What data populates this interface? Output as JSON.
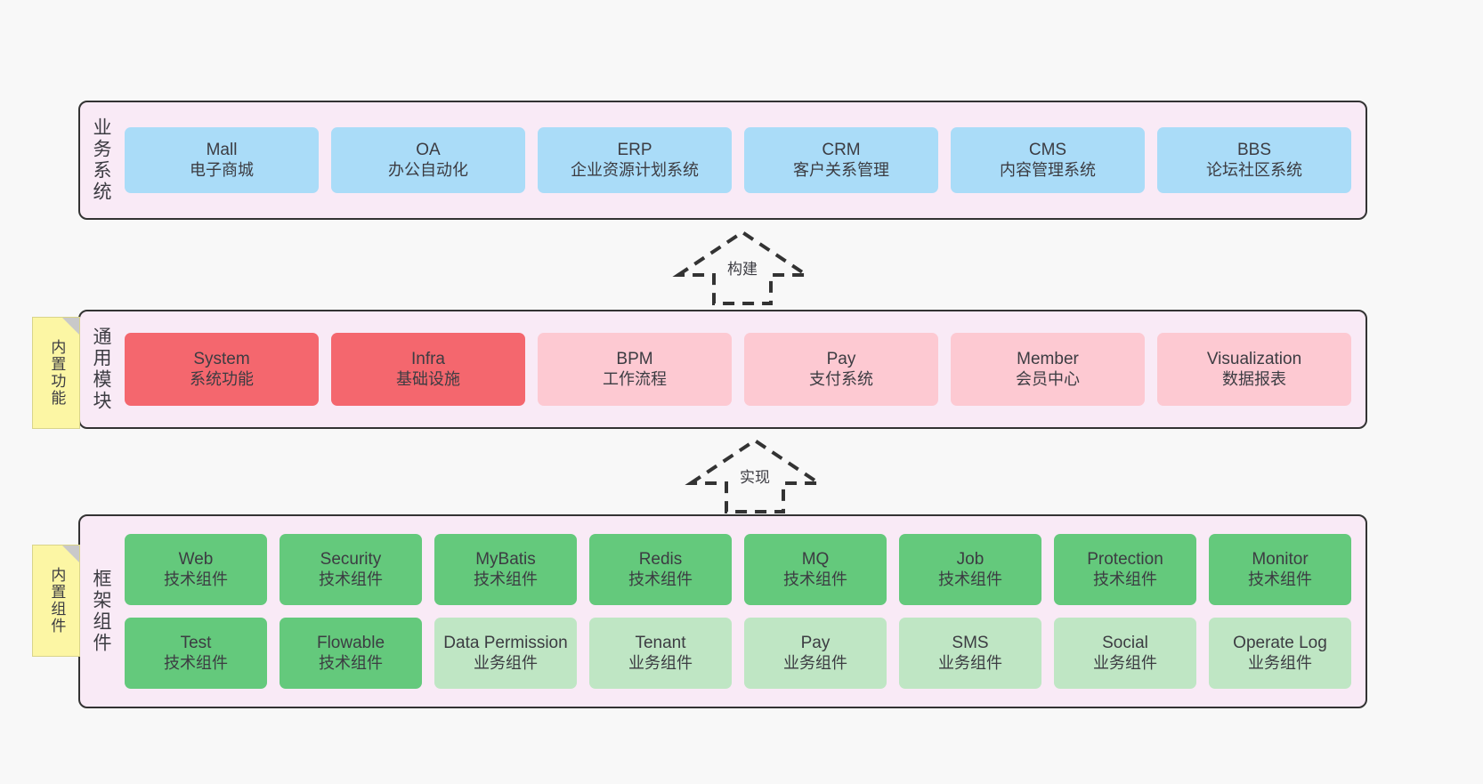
{
  "diagram": {
    "background": "#f8f8f8",
    "panel_bg": "#f9eaf6",
    "colors": {
      "blue": "#aadcf8",
      "red": "#f4676e",
      "pink": "#fdc9d2",
      "green": "#64c97c",
      "light_green": "#bfe6c4",
      "note_yellow": "#fcf6a4",
      "border": "#333333",
      "text": "#3c3c42"
    }
  },
  "layers": {
    "business": {
      "title": "业务系统",
      "cards": [
        {
          "en": "Mall",
          "cn": "电子商城",
          "color": "blue"
        },
        {
          "en": "OA",
          "cn": "办公自动化",
          "color": "blue"
        },
        {
          "en": "ERP",
          "cn": "企业资源计划系统",
          "color": "blue"
        },
        {
          "en": "CRM",
          "cn": "客户关系管理",
          "color": "blue"
        },
        {
          "en": "CMS",
          "cn": "内容管理系统",
          "color": "blue"
        },
        {
          "en": "BBS",
          "cn": "论坛社区系统",
          "color": "blue"
        }
      ]
    },
    "modules": {
      "title": "通用模块",
      "note": "内置功能",
      "cards": [
        {
          "en": "System",
          "cn": "系统功能",
          "color": "red"
        },
        {
          "en": "Infra",
          "cn": "基础设施",
          "color": "red"
        },
        {
          "en": "BPM",
          "cn": "工作流程",
          "color": "pink"
        },
        {
          "en": "Pay",
          "cn": "支付系统",
          "color": "pink"
        },
        {
          "en": "Member",
          "cn": "会员中心",
          "color": "pink"
        },
        {
          "en": "Visualization",
          "cn": "数据报表",
          "color": "pink"
        }
      ]
    },
    "framework": {
      "title": "框架组件",
      "note": "内置组件",
      "row1": [
        {
          "en": "Web",
          "cn": "技术组件",
          "color": "green"
        },
        {
          "en": "Security",
          "cn": "技术组件",
          "color": "green"
        },
        {
          "en": "MyBatis",
          "cn": "技术组件",
          "color": "green"
        },
        {
          "en": "Redis",
          "cn": "技术组件",
          "color": "green"
        },
        {
          "en": "MQ",
          "cn": "技术组件",
          "color": "green"
        },
        {
          "en": "Job",
          "cn": "技术组件",
          "color": "green"
        },
        {
          "en": "Protection",
          "cn": "技术组件",
          "color": "green"
        },
        {
          "en": "Monitor",
          "cn": "技术组件",
          "color": "green"
        }
      ],
      "row2": [
        {
          "en": "Test",
          "cn": "技术组件",
          "color": "green"
        },
        {
          "en": "Flowable",
          "cn": "技术组件",
          "color": "green"
        },
        {
          "en": "Data Permission",
          "cn": "业务组件",
          "color": "lgreen"
        },
        {
          "en": "Tenant",
          "cn": "业务组件",
          "color": "lgreen"
        },
        {
          "en": "Pay",
          "cn": "业务组件",
          "color": "lgreen"
        },
        {
          "en": "SMS",
          "cn": "业务组件",
          "color": "lgreen"
        },
        {
          "en": "Social",
          "cn": "业务组件",
          "color": "lgreen"
        },
        {
          "en": "Operate Log",
          "cn": "业务组件",
          "color": "lgreen"
        }
      ]
    }
  },
  "arrows": {
    "build": "构建",
    "implement": "实现"
  }
}
